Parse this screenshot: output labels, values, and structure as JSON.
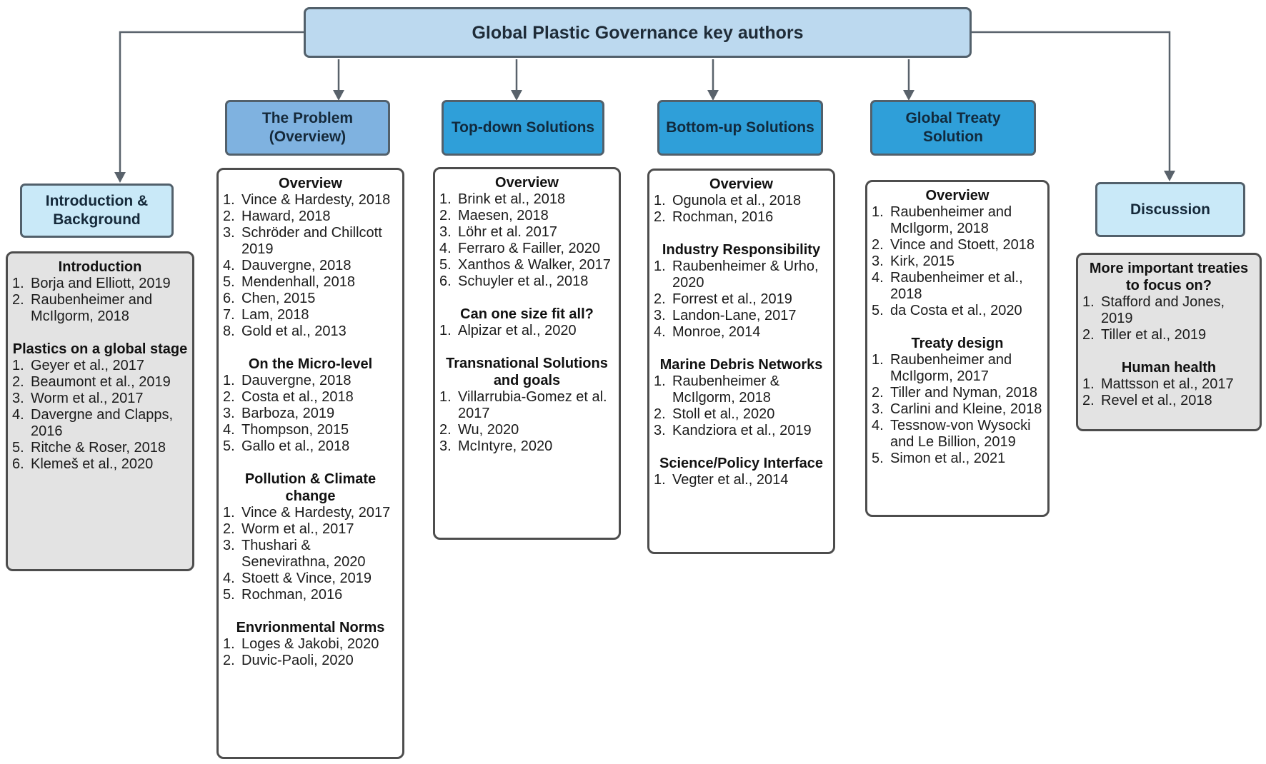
{
  "title": "Global Plastic Governance key authors",
  "colors": {
    "title_fill": "#bcd9ef",
    "light_fill": "#c9e9f8",
    "medium_fill": "#7fb2e0",
    "dark_fill": "#2f9fd9",
    "gray_fill": "#e3e3e3",
    "box_border": "#4d4d4d",
    "node_border": "#52606b",
    "arrow": "#59626b"
  },
  "branches": [
    {
      "key": "introduction",
      "header": "Introduction & Background",
      "variant": "light",
      "sections": [
        {
          "heading": "Introduction",
          "items": [
            "Borja and Elliott, 2019",
            "Raubenheimer and McIlgorm, 2018"
          ]
        },
        {
          "heading": "Plastics on a global stage",
          "items": [
            "Geyer et al., 2017",
            "Beaumont et al., 2019",
            "Worm et al., 2017",
            "Davergne and Clapps, 2016",
            "Ritche & Roser, 2018",
            "Klemeš et al., 2020"
          ]
        }
      ]
    },
    {
      "key": "problem",
      "header": "The Problem (Overview)",
      "variant": "medium",
      "sections": [
        {
          "heading": "Overview",
          "items": [
            "Vince & Hardesty, 2018",
            "Haward, 2018",
            "Schröder and Chillcott 2019",
            "Dauvergne, 2018",
            "Mendenhall, 2018",
            "Chen, 2015",
            "Lam, 2018",
            "Gold et al., 2013"
          ]
        },
        {
          "heading": "On the Micro-level",
          "items": [
            "Dauvergne, 2018",
            "Costa et al., 2018",
            "Barboza, 2019",
            "Thompson, 2015",
            "Gallo et al., 2018"
          ]
        },
        {
          "heading": "Pollution & Climate change",
          "items": [
            "Vince & Hardesty, 2017",
            "Worm et al., 2017",
            "Thushari & Senevirathna, 2020",
            "Stoett & Vince, 2019",
            "Rochman, 2016"
          ]
        },
        {
          "heading": "Envrionmental Norms",
          "items": [
            "Loges & Jakobi, 2020",
            "Duvic-Paoli, 2020"
          ]
        }
      ]
    },
    {
      "key": "topdown",
      "header": "Top-down Solutions",
      "variant": "dark",
      "sections": [
        {
          "heading": "Overview",
          "items": [
            "Brink et al., 2018",
            "Maesen, 2018",
            "Löhr et al. 2017",
            "Ferraro & Failler, 2020",
            "Xanthos & Walker, 2017",
            "Schuyler et al., 2018"
          ]
        },
        {
          "heading": "Can one size fit all?",
          "items": [
            "Alpizar et al., 2020"
          ]
        },
        {
          "heading": "Transnational Solutions and goals",
          "items": [
            "Villarrubia-Gomez et al. 2017",
            "Wu, 2020",
            "McIntyre, 2020"
          ]
        }
      ]
    },
    {
      "key": "bottomup",
      "header": "Bottom-up Solutions",
      "variant": "dark",
      "sections": [
        {
          "heading": "Overview",
          "items": [
            "Ogunola et al., 2018",
            "Rochman, 2016"
          ]
        },
        {
          "heading": "Industry Responsibility",
          "items": [
            "Raubenheimer & Urho, 2020",
            "Forrest et al., 2019",
            "Landon-Lane, 2017",
            "Monroe, 2014"
          ]
        },
        {
          "heading": "Marine Debris Networks",
          "items": [
            "Raubenheimer & McIlgorm, 2018",
            "Stoll et al., 2020",
            "Kandziora et al., 2019"
          ]
        },
        {
          "heading": "Science/Policy Interface",
          "items": [
            "Vegter et al., 2014"
          ]
        }
      ]
    },
    {
      "key": "treaty",
      "header": "Global Treaty Solution",
      "variant": "dark",
      "sections": [
        {
          "heading": "Overview",
          "items": [
            "Raubenheimer and McIlgorm, 2018",
            "Vince and Stoett, 2018",
            "Kirk, 2015",
            "Raubenheimer et al., 2018",
            "da Costa et al., 2020"
          ]
        },
        {
          "heading": "Treaty design",
          "items": [
            "Raubenheimer and McIlgorm, 2017",
            "Tiller and Nyman, 2018",
            "Carlini and Kleine, 2018",
            "Tessnow-von Wysocki and Le Billion, 2019",
            "Simon et al., 2021"
          ]
        }
      ]
    },
    {
      "key": "discussion",
      "header": "Discussion",
      "variant": "light",
      "sections": [
        {
          "heading": "More important treaties to focus on?",
          "items": [
            "Stafford and Jones, 2019",
            "Tiller et al., 2019"
          ]
        },
        {
          "heading": "Human health",
          "items": [
            "Mattsson et al., 2017",
            "Revel et al., 2018"
          ]
        }
      ]
    }
  ]
}
